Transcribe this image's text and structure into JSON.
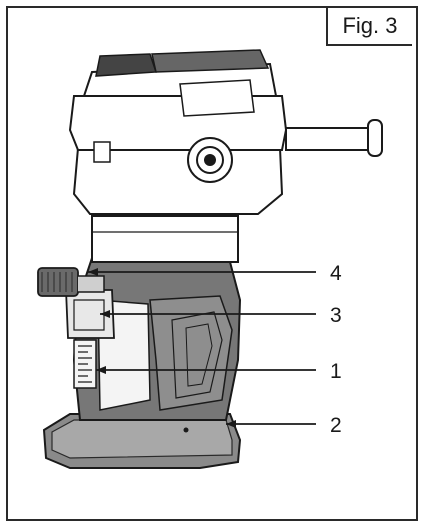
{
  "figure": {
    "label": "Fig. 3"
  },
  "callouts": [
    {
      "number": "4",
      "target": "depth-adjustment-knob"
    },
    {
      "number": "3",
      "target": "lock-lever"
    },
    {
      "number": "1",
      "target": "depth-scale"
    },
    {
      "number": "2",
      "target": "base-plate"
    }
  ],
  "colors": {
    "line": "#1a1a1a",
    "body_dark": "#6e6e6e",
    "body_mid": "#9a9a9a",
    "body_light": "#f4f4f4"
  }
}
